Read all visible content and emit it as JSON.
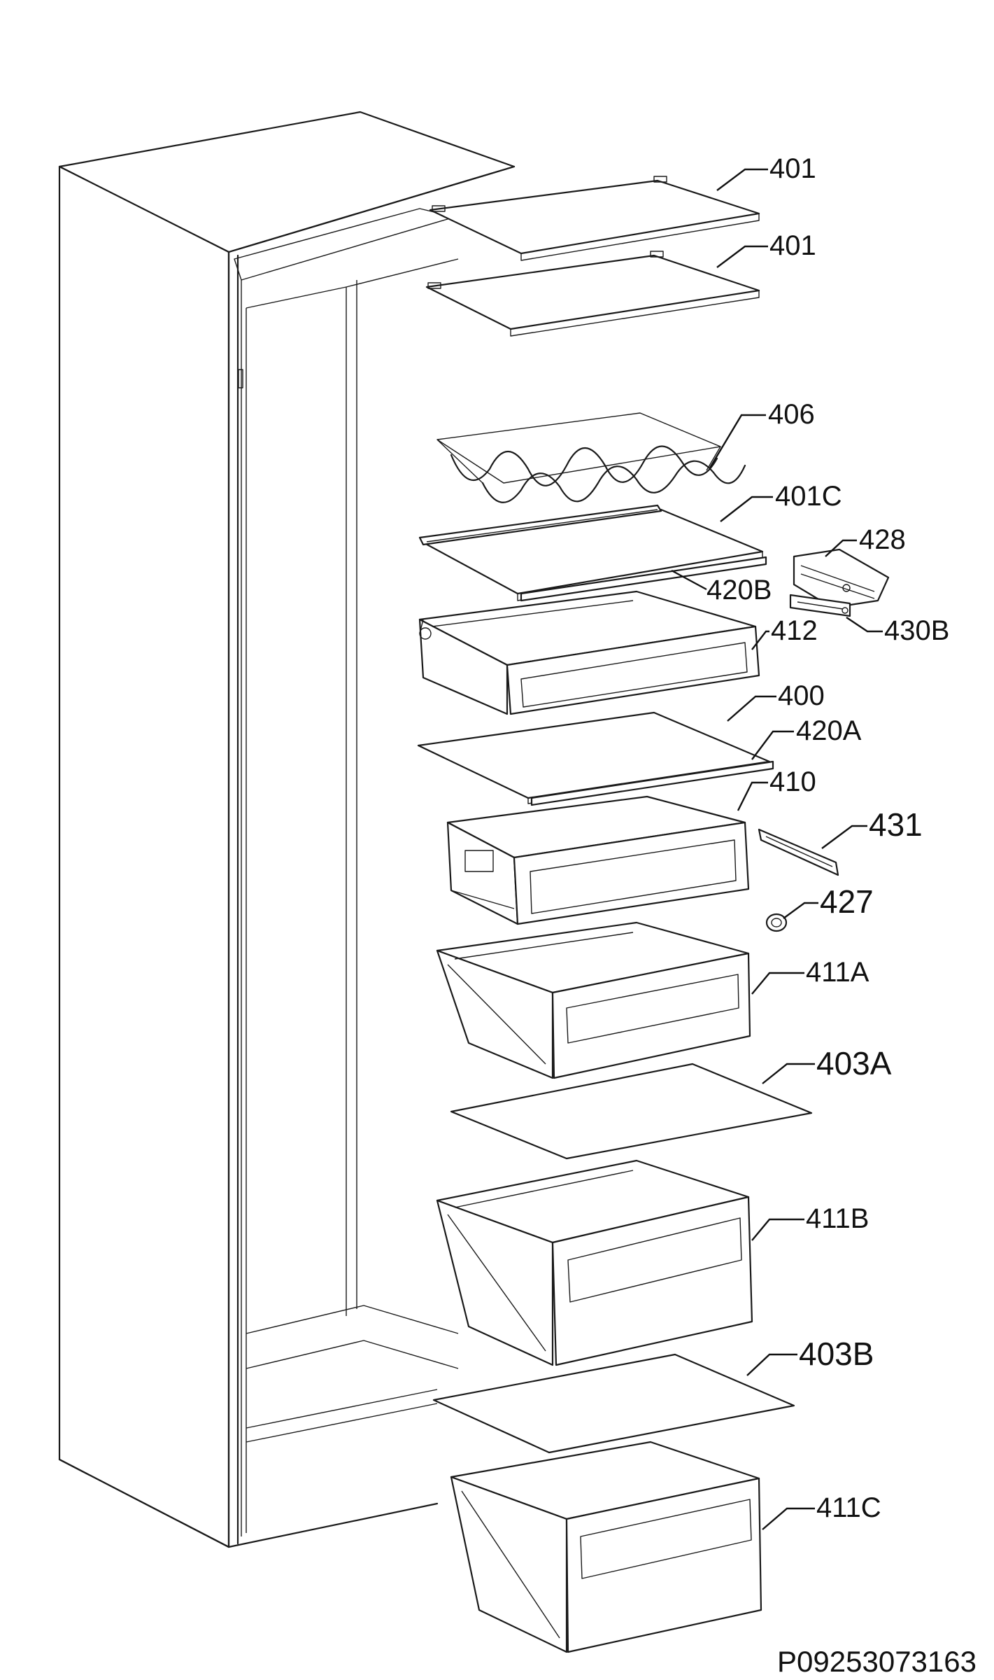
{
  "parts": [
    {
      "id": "p401a",
      "label": "401"
    },
    {
      "id": "p401b",
      "label": "401"
    },
    {
      "id": "p406",
      "label": "406"
    },
    {
      "id": "p401c",
      "label": "401C"
    },
    {
      "id": "p428",
      "label": "428"
    },
    {
      "id": "p420b",
      "label": "420B"
    },
    {
      "id": "p430b",
      "label": "430B"
    },
    {
      "id": "p412",
      "label": "412"
    },
    {
      "id": "p400",
      "label": "400"
    },
    {
      "id": "p420a",
      "label": "420A"
    },
    {
      "id": "p410",
      "label": "410"
    },
    {
      "id": "p431",
      "label": "431"
    },
    {
      "id": "p427",
      "label": "427"
    },
    {
      "id": "p411a",
      "label": "411A"
    },
    {
      "id": "p403a",
      "label": "403A"
    },
    {
      "id": "p411b",
      "label": "411B"
    },
    {
      "id": "p403b",
      "label": "403B"
    },
    {
      "id": "p411c",
      "label": "411C"
    }
  ],
  "drawing_code": "P09253073163"
}
